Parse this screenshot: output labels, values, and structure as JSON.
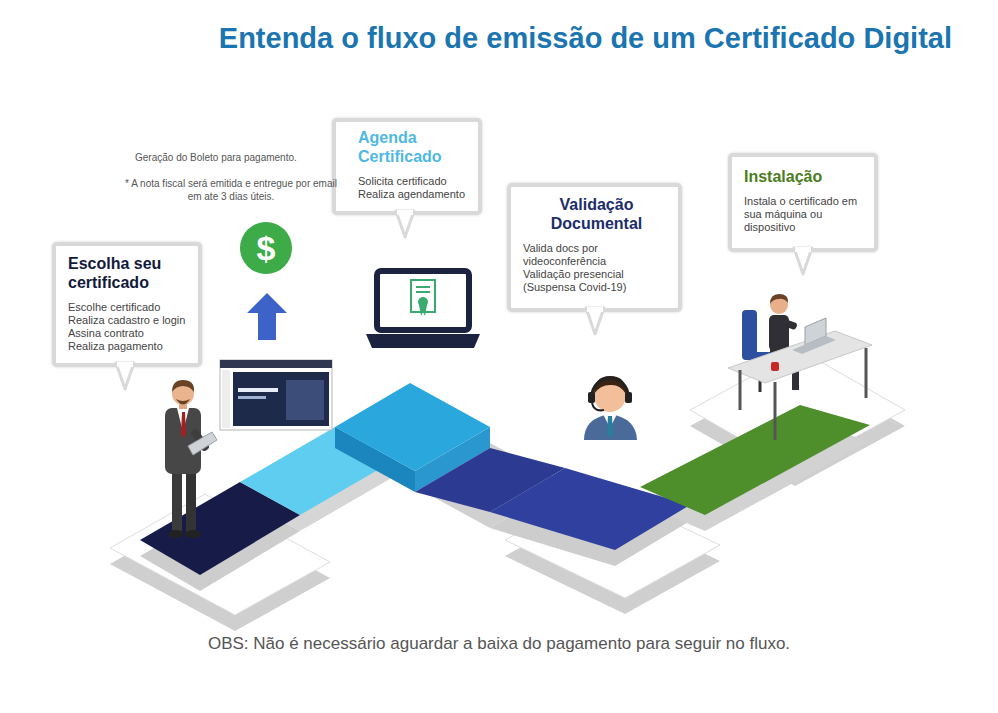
{
  "diagram": {
    "title": "Entenda o fluxo de emissão de um Certificado Digital",
    "caption": "OBS: Não é necessário aguardar a baixa do pagamento para seguir no fluxo.",
    "nodes": [
      {
        "text": [
          "Escolha seu certificado",
          "Escolhe certificado",
          "Realiza cadastro e login",
          "Assina contrato",
          "Realiza pagamento"
        ]
      },
      {
        "text": [
          "Agenda Certificado",
          "Solicita certificado",
          "Realiza agendamento"
        ]
      },
      {
        "text": [
          "Validação Documental",
          "Valida docs por videoconferência",
          "Validação presencial (Suspensa Covid-19)"
        ]
      },
      {
        "text": [
          "Instalação",
          "Instala o certificado em sua máquina ou dispositivo"
        ]
      }
    ],
    "labels": [
      "Geração do Boleto para pagamento.",
      "* A nota fiscal será emitida e entregue por email em ate 3 dias úteis.",
      "$"
    ]
  }
}
